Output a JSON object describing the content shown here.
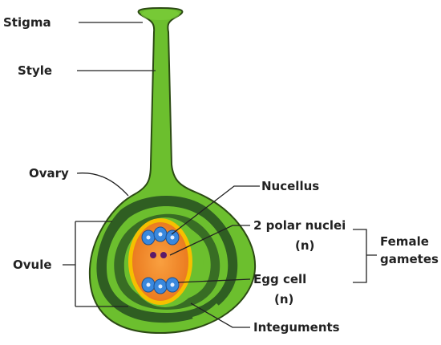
{
  "labels": {
    "stigma": "Stigma",
    "style": "Style",
    "ovary": "Ovary",
    "ovule": "Ovule",
    "nucellus": "Nucellus",
    "polar_nuclei": "2 polar nuclei",
    "polar_ploidy": "(n)",
    "egg_cell": "Egg cell",
    "egg_ploidy": "(n)",
    "integuments": "Integuments",
    "female_line1": "Female",
    "female_line2": "gametes"
  },
  "colors": {
    "pistil_green": "#6cbf2e",
    "outline": "#2c4a14",
    "integument_dark": "#2f5e22",
    "embryo_sac_border": "#f5c000",
    "embryo_sac_fill": "#f08a1a",
    "nucleus_blue": "#3a88dd",
    "polar_nucleus": "#5a1a6a",
    "leader_line": "#222222"
  }
}
